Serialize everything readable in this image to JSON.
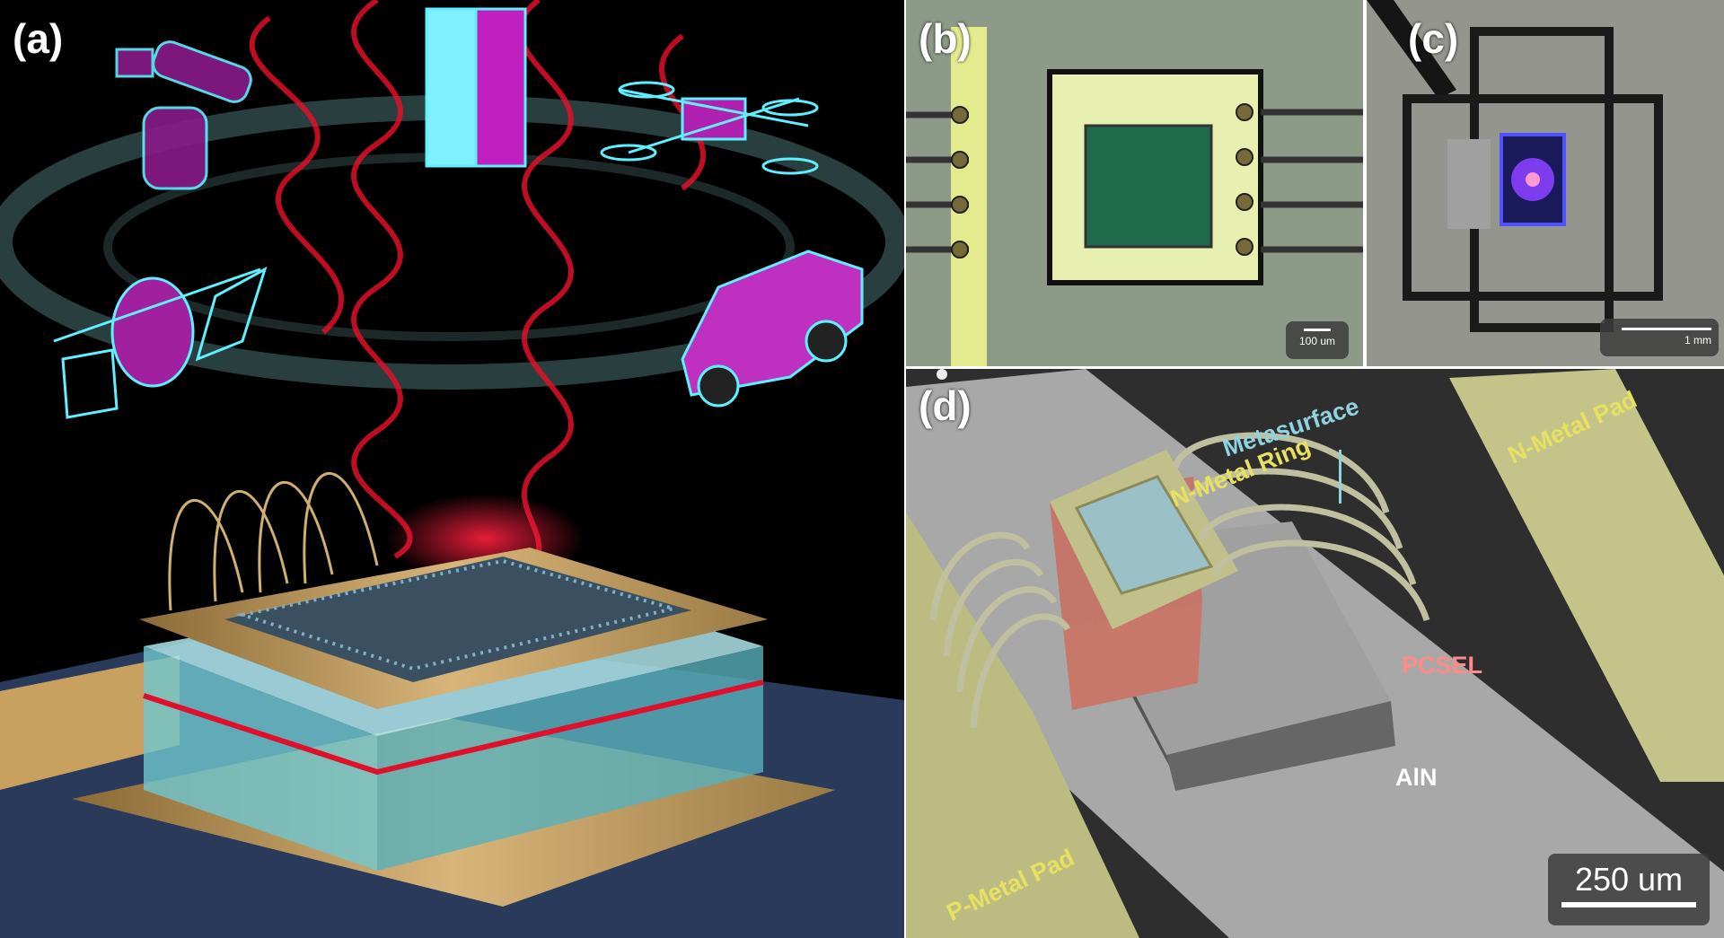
{
  "panels": {
    "a": {
      "label": "(a)"
    },
    "b": {
      "label": "(b)",
      "scale_bar": "100 um"
    },
    "c": {
      "label": "(c)",
      "scale_bar": "1 mm"
    },
    "d": {
      "label": "(d)",
      "scale_bar": "250 um",
      "annotations": {
        "metasurface": "Metasurface",
        "n_metal_ring": "N-Metal Ring",
        "n_metal_pad": "N-Metal Pad",
        "p_metal_pad": "P-Metal Pad",
        "pcsel": "PCSEL",
        "aln": "AlN"
      }
    }
  },
  "colors": {
    "laser_red": "#e0102a",
    "hologram_cyan": "#5ff0ff",
    "hologram_magenta": "#c020c0",
    "gold": "#c8a96a",
    "pad_yellow": "#c9c98a",
    "pcsel_red": "#c8786a",
    "metasurface_blue": "#9cc0c8"
  }
}
